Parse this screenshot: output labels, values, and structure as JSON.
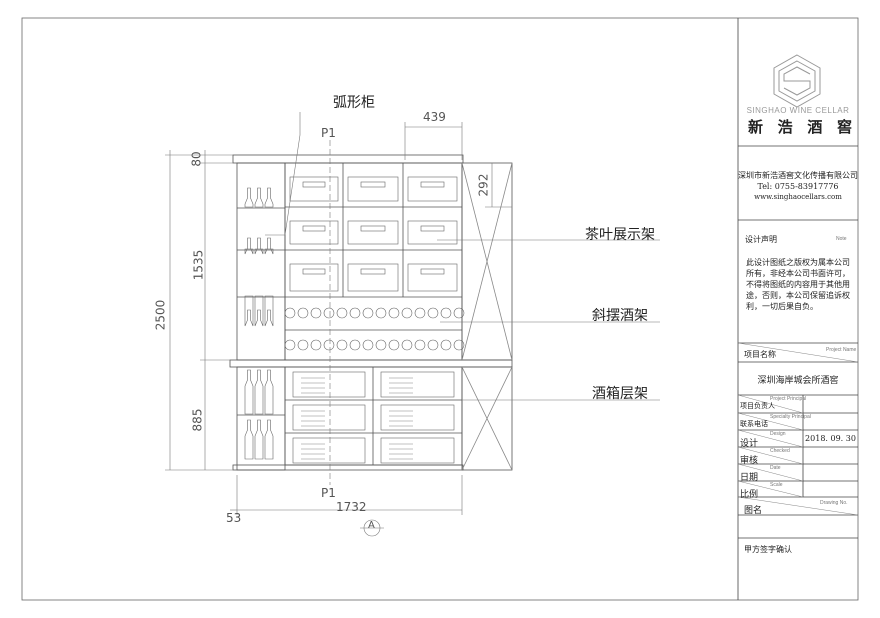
{
  "drawing": {
    "labels": {
      "arc_cabinet": "弧形柜",
      "tea_display": "茶叶展示架",
      "slanted_wine_rack": "斜摆酒架",
      "wine_case_shelf": "酒箱层架"
    },
    "section_marks": {
      "top": "P1",
      "bottom": "P1"
    },
    "dimensions": {
      "total_height": "2500",
      "top_band": "80",
      "upper": "1535",
      "lower": "885",
      "column_width": "439",
      "row_height": "292",
      "total_width": "1732",
      "offset": "53"
    },
    "elevation_marker": "A"
  },
  "title_block": {
    "brand_en": "SINGHAO WINE CELLAR",
    "brand_cn": [
      "新",
      "浩",
      "酒",
      "窖"
    ],
    "company": "深圳市新浩酒窖文化传播有限公司",
    "tel": "Tel: 0755-83917776",
    "website": "www.singhaocellars.com",
    "design_statement_label": "设计声明",
    "design_statement_en": "Note",
    "design_statement": "此设计图纸之版权为属本公司所有，非经本公司书面许可，不得将图纸的内容用于其他用途，否则，本公司保留追诉权利，一切后果自负。",
    "project_name_label": "项目名称",
    "project_name_en": "Project Name",
    "project_name": "深圳海岸城会所酒窖",
    "rows": [
      {
        "label": "项目负责人",
        "en": "Project Principal",
        "value": ""
      },
      {
        "label": "联系电话",
        "en": "Specialty Principal",
        "value": ""
      },
      {
        "label": "设计",
        "en": "Design",
        "value": "2018. 09. 30"
      },
      {
        "label": "审核",
        "en": "Checked",
        "value": ""
      },
      {
        "label": "日期",
        "en": "Date",
        "value": ""
      },
      {
        "label": "比例",
        "en": "Scale",
        "value": ""
      }
    ],
    "drawing_name_label": "图名",
    "drawing_name_en": "Drawing No.",
    "client_signature_label": "甲方签字确认"
  }
}
